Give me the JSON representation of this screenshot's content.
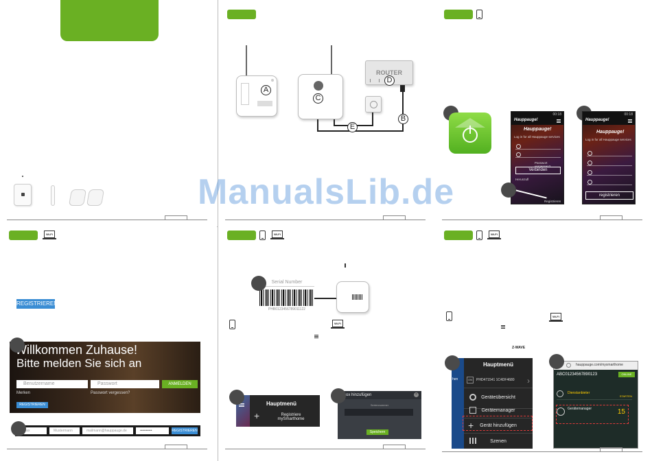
{
  "watermark": "ManualsLib.de",
  "router": {
    "label": "ROUTER"
  },
  "letters": {
    "a": "A",
    "b": "B",
    "c": "C",
    "d": "D",
    "e": "E"
  },
  "login_app": {
    "brand": "Hauppauge!",
    "subtitle": "Log in for all Hauppauge services",
    "forgot": "Passwort vergessen?",
    "connect_label": "Verbinden",
    "guest_label": "Herunzufl",
    "register_link": "Registrieren"
  },
  "register_app": {
    "brand": "Hauppauge!",
    "subtitle": "Log in for all Hauppauge services",
    "register_label": "registrieren"
  },
  "web": {
    "register_button": "REGISTRIEREN",
    "welcome_title": "Willkommen Zuhause!",
    "welcome_sub": "Bitte melden Sie sich an",
    "username_placeholder": "Benutzername",
    "password_placeholder": "Passwort",
    "login_button": "ANMELDEN",
    "remember": "Merken",
    "forgot": "Passwort vergessen?",
    "register_small": "REGISTRIEREN",
    "reg_first": "Max",
    "reg_last": "Mustermann",
    "reg_email": "mailmann@hauppauge.de",
    "reg_password": "••••••••••",
    "reg_button": "REGISTRIEREN"
  },
  "serial": {
    "title": "Serial Number",
    "value": "PHB0123456789011122"
  },
  "menu_small": {
    "title": "Hauptmenü",
    "item_line1": "Registriere",
    "item_line2": "mySmarthome"
  },
  "add_box": {
    "title": "Box hinzufügen",
    "field_label": "Seriennummer",
    "save": "Speichern"
  },
  "menu_large": {
    "title": "Hauptmenü",
    "side_label": "hen",
    "device_status": "ON",
    "device_id": "PHD471541 1C4DF4680",
    "overview": "Geräteübersicht",
    "manager": "Gerätemanager",
    "add_device": "Gerät hinzufügen",
    "scenes": "Szenen"
  },
  "zwave": {
    "label": "Z‑WAVE"
  },
  "browser": {
    "url": "hauppauge.com/mysmarthome",
    "box_id": "ABC01234567890123",
    "status_badge": "ONLINE",
    "services_label": "Dienstanbieter",
    "manager_label": "Gerätemanager",
    "count": "15",
    "start_label": "STARTEN"
  },
  "colors": {
    "green": "#6ab023",
    "accent_blue": "#3a8dd4",
    "highlight_red": "#e23b3b"
  }
}
